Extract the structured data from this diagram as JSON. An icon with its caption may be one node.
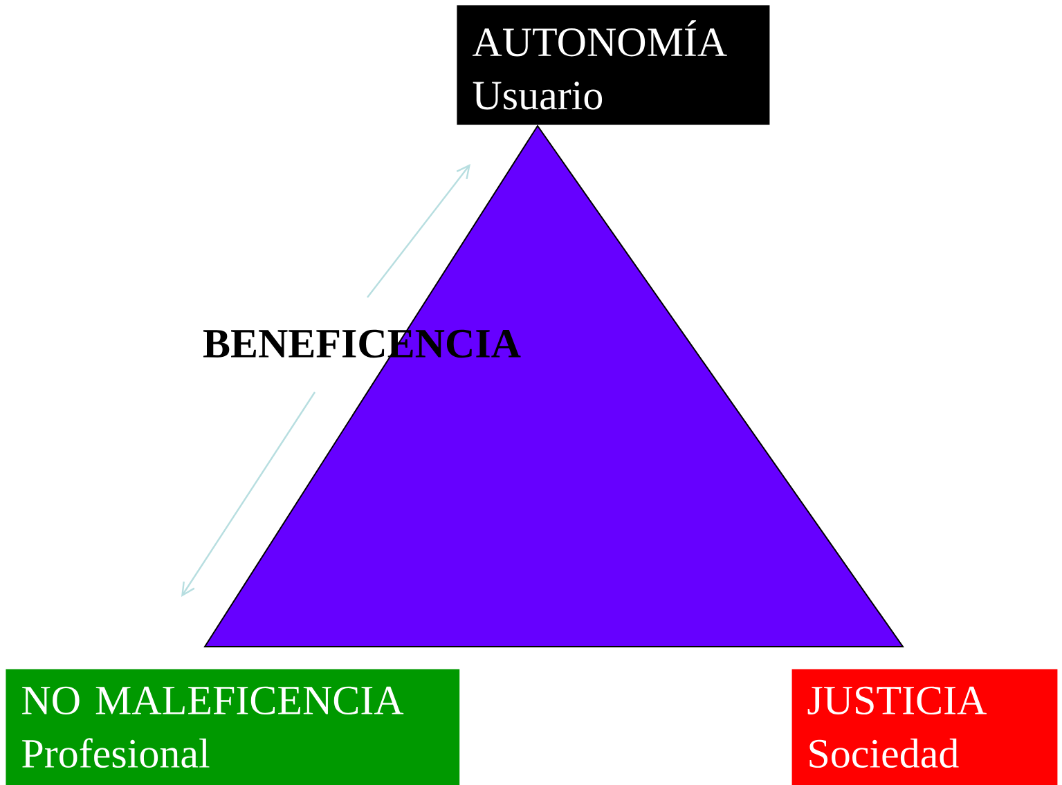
{
  "diagram": {
    "nodes": [
      {
        "text": [
          "AUTONOMÍA",
          "Usuario"
        ]
      },
      {
        "text": [
          "NO MALEFICENCIA",
          "Profesional"
        ]
      },
      {
        "text": [
          "JUSTICIA",
          "Sociedad"
        ]
      },
      {
        "text": [],
        "shape": "triangle"
      },
      {
        "text": [
          "BENEFICENCIA"
        ]
      }
    ],
    "edges": [
      {
        "from": 4,
        "to": null,
        "arrow": "to"
      },
      {
        "from": 4,
        "to": null,
        "arrow": "to"
      }
    ]
  }
}
